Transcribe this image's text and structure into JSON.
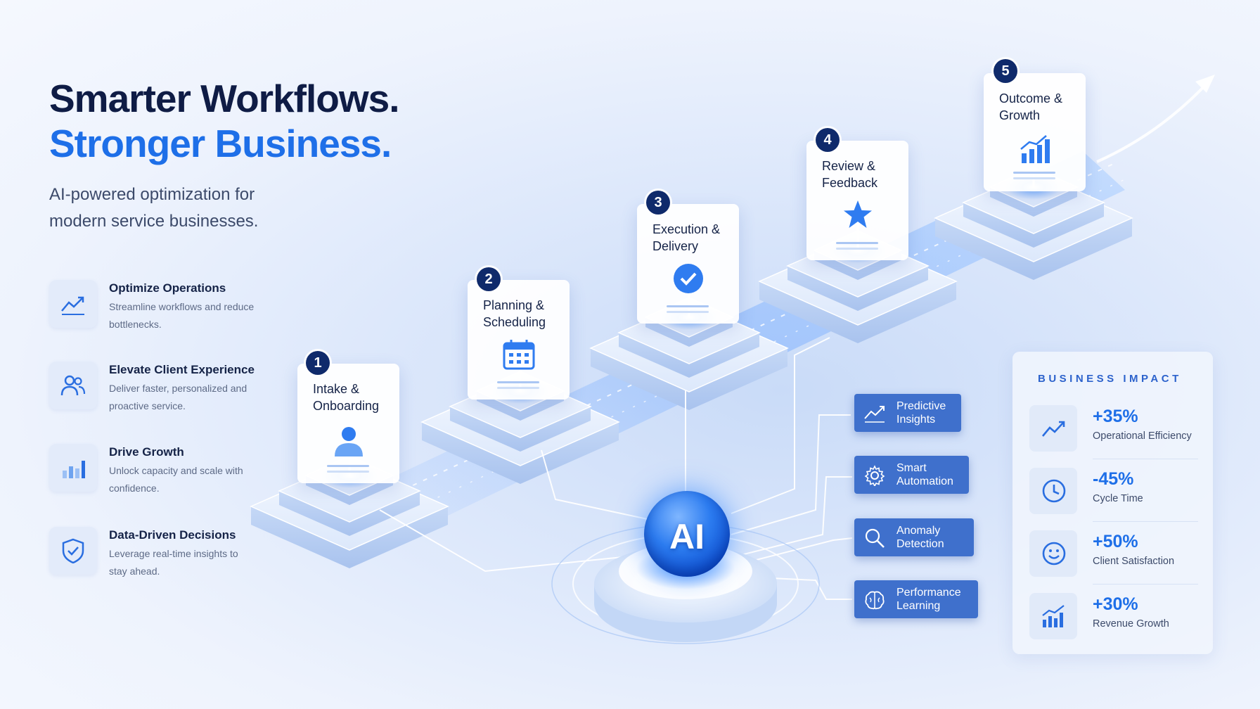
{
  "hero": {
    "title_line1": "Smarter Workflows.",
    "title_line2": "Stronger Business.",
    "subtitle": "AI-powered optimization for modern service businesses."
  },
  "features": [
    {
      "title": "Optimize Operations",
      "desc": "Streamline workflows and reduce bottlenecks.",
      "icon": "trend-line-icon"
    },
    {
      "title": "Elevate Client Experience",
      "desc": "Deliver faster, personalized and proactive service.",
      "icon": "users-icon"
    },
    {
      "title": "Drive Growth",
      "desc": "Unlock capacity and scale with confidence.",
      "icon": "bar-chart-icon"
    },
    {
      "title": "Data-Driven Decisions",
      "desc": "Leverage real-time insights to stay ahead.",
      "icon": "shield-check-icon"
    }
  ],
  "steps": [
    {
      "num": "1",
      "label": "Intake & Onboarding",
      "icon": "person-icon"
    },
    {
      "num": "2",
      "label": "Planning & Scheduling",
      "icon": "calendar-icon"
    },
    {
      "num": "3",
      "label": "Execution & Delivery",
      "icon": "checkmark-icon"
    },
    {
      "num": "4",
      "label": "Review & Feedback",
      "icon": "star-icon"
    },
    {
      "num": "5",
      "label": "Outcome & Growth",
      "icon": "growth-chart-icon"
    }
  ],
  "ai": {
    "core_label": "AI",
    "capabilities": [
      {
        "label": "Predictive Insights",
        "icon": "trend-line-icon"
      },
      {
        "label": "Smart Automation",
        "icon": "gear-icon"
      },
      {
        "label": "Anomaly Detection",
        "icon": "search-icon"
      },
      {
        "label": "Performance Learning",
        "icon": "brain-icon"
      }
    ]
  },
  "impact": {
    "title": "BUSINESS IMPACT",
    "metrics": [
      {
        "value": "+35%",
        "label": "Operational Efficiency",
        "icon": "trend-line-icon"
      },
      {
        "value": "-45%",
        "label": "Cycle Time",
        "icon": "clock-icon"
      },
      {
        "value": "+50%",
        "label": "Client Satisfaction",
        "icon": "smiley-icon"
      },
      {
        "value": "+30%",
        "label": "Revenue Growth",
        "icon": "growth-chart-icon"
      }
    ]
  },
  "colors": {
    "accent": "#1e6fe8",
    "navy": "#0f1c45",
    "tag_bg": "#3f70cc",
    "badge": "#0f2a6b"
  }
}
